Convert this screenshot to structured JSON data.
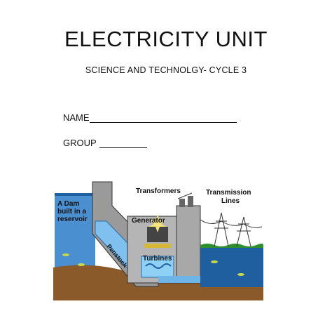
{
  "document": {
    "title": "ELECTRICITY UNIT",
    "subtitle": "SCIENCE AND TECHNOLGY- CYCLE 3",
    "name_label": "NAME",
    "group_label": "GROUP"
  },
  "diagram": {
    "labels": {
      "dam": [
        "A Dam",
        "built in a",
        "reservoir"
      ],
      "penstock": "Penstock",
      "generator": "Generator",
      "turbines": "Turbines",
      "transformers": "Transformers",
      "transmission": [
        "Transmission",
        "Lines"
      ]
    },
    "colors": {
      "water": "#4a8fd0",
      "dam": "#9a9a9a",
      "ground": "#8b5a2b",
      "grass": "#2f8f2f",
      "sky_water_dark": "#1f5fa0"
    }
  }
}
